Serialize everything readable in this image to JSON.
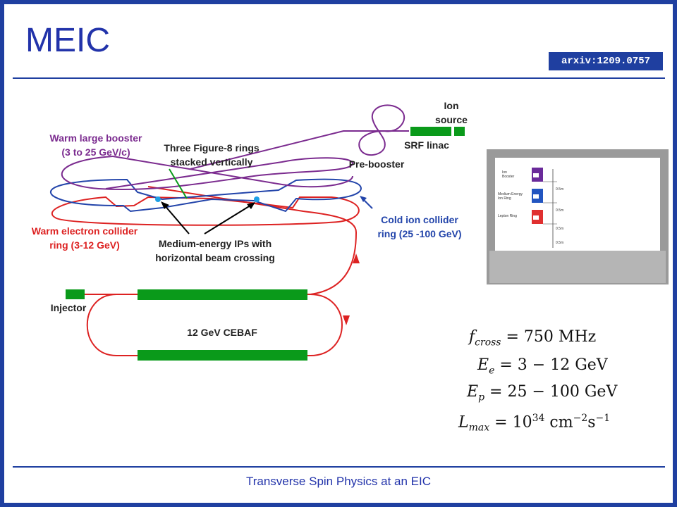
{
  "slide": {
    "title": "MEIC",
    "arxiv": "arxiv:1209.0757",
    "footer": "Transverse Spin Physics at an EIC"
  },
  "diagram": {
    "ion_source_1": "Ion",
    "ion_source_2": "source",
    "srf_linac": "SRF linac",
    "pre_booster": "Pre-booster",
    "warm_booster_1": "Warm large booster",
    "warm_booster_2": "(3 to 25 GeV/c)",
    "figure8_1": "Three Figure-8 rings",
    "figure8_2": "stacked vertically",
    "cold_ion_1": "Cold ion collider",
    "cold_ion_2": "ring (25 -100 GeV)",
    "warm_electron_1": "Warm electron collider",
    "warm_electron_2": "ring (3-12 GeV)",
    "ips_1": "Medium-energy IPs with",
    "ips_2": "horizontal beam crossing",
    "injector": "Injector",
    "cebaf": "12 GeV CEBAF"
  },
  "tunnel": {
    "ion_booster_1": "Ion",
    "ion_booster_2": "Booster",
    "medium_ring_1": "Medium Energy",
    "medium_ring_2": "Ion Ring",
    "lepton_ring": "Lepton Ring",
    "spacings": [
      "0.5m",
      "0.5m",
      "0.5m",
      "0.5m"
    ]
  },
  "equations": {
    "f_sym": "f",
    "f_sub": "cross",
    "f_val": "= 750 MHz",
    "ee_sym": "E",
    "ee_sub": "e",
    "ee_val": "= 3 − 12 GeV",
    "ep_sym": "E",
    "ep_sub": "p",
    "ep_val": "= 25 − 100 GeV",
    "l_sym": "L",
    "l_sub": "max",
    "l_val_a": "= 10",
    "l_exp": "34",
    "l_val_b": " cm",
    "l_exp2": "−2",
    "l_val_c": "s",
    "l_exp3": "−1"
  },
  "colors": {
    "frame": "#1f3fa0",
    "purple": "#7b2b8f",
    "red": "#dd2222",
    "blue": "#2244aa",
    "green": "#0a9a1a"
  }
}
